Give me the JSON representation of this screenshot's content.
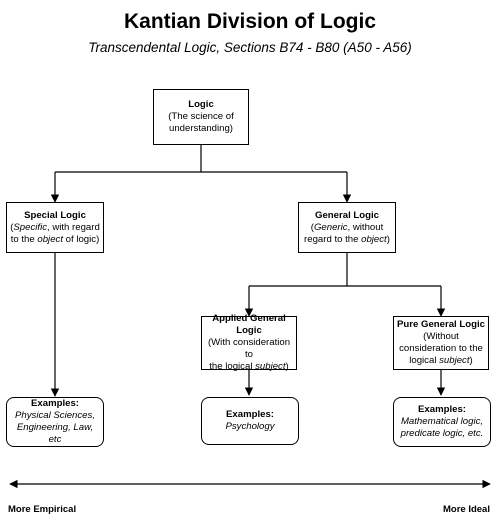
{
  "title": "Kantian Division of Logic",
  "subtitle": "Transcendental Logic, Sections B74 - B80 (A50 - A56)",
  "nodes": {
    "logic": {
      "head": "Logic",
      "line1": "(The science of",
      "line2": "understanding)"
    },
    "special": {
      "head": "Special Logic",
      "line1_a": "(",
      "line1_b": "Specific",
      "line1_c": ", with regard",
      "line2_a": "to the ",
      "line2_b": "object",
      "line2_c": " of logic)"
    },
    "general": {
      "head": "General Logic",
      "line1_a": "(",
      "line1_b": "Generic",
      "line1_c": ", without",
      "line2_a": "regard to the ",
      "line2_b": "object",
      "line2_c": ")"
    },
    "applied": {
      "head1": "Applied General",
      "head2": "Logic",
      "line1": "(With consideration to",
      "line2_a": "the logical ",
      "line2_b": "subject",
      "line2_c": ")"
    },
    "pure": {
      "head": "Pure General Logic",
      "line1": "(Without",
      "line2": "consideration to the",
      "line3_a": "logical ",
      "line3_b": "subject",
      "line3_c": ")"
    },
    "ex_special": {
      "head": "Examples:",
      "line1": "Physical Sciences,",
      "line2": "Engineering, Law, etc"
    },
    "ex_applied": {
      "head": "Examples:",
      "line1": "Psychology"
    },
    "ex_pure": {
      "head": "Examples:",
      "line1": "Mathematical logic,",
      "line2": "predicate logic, etc."
    }
  },
  "axis": {
    "left_label": "More Empirical",
    "right_label": "More Ideal"
  }
}
